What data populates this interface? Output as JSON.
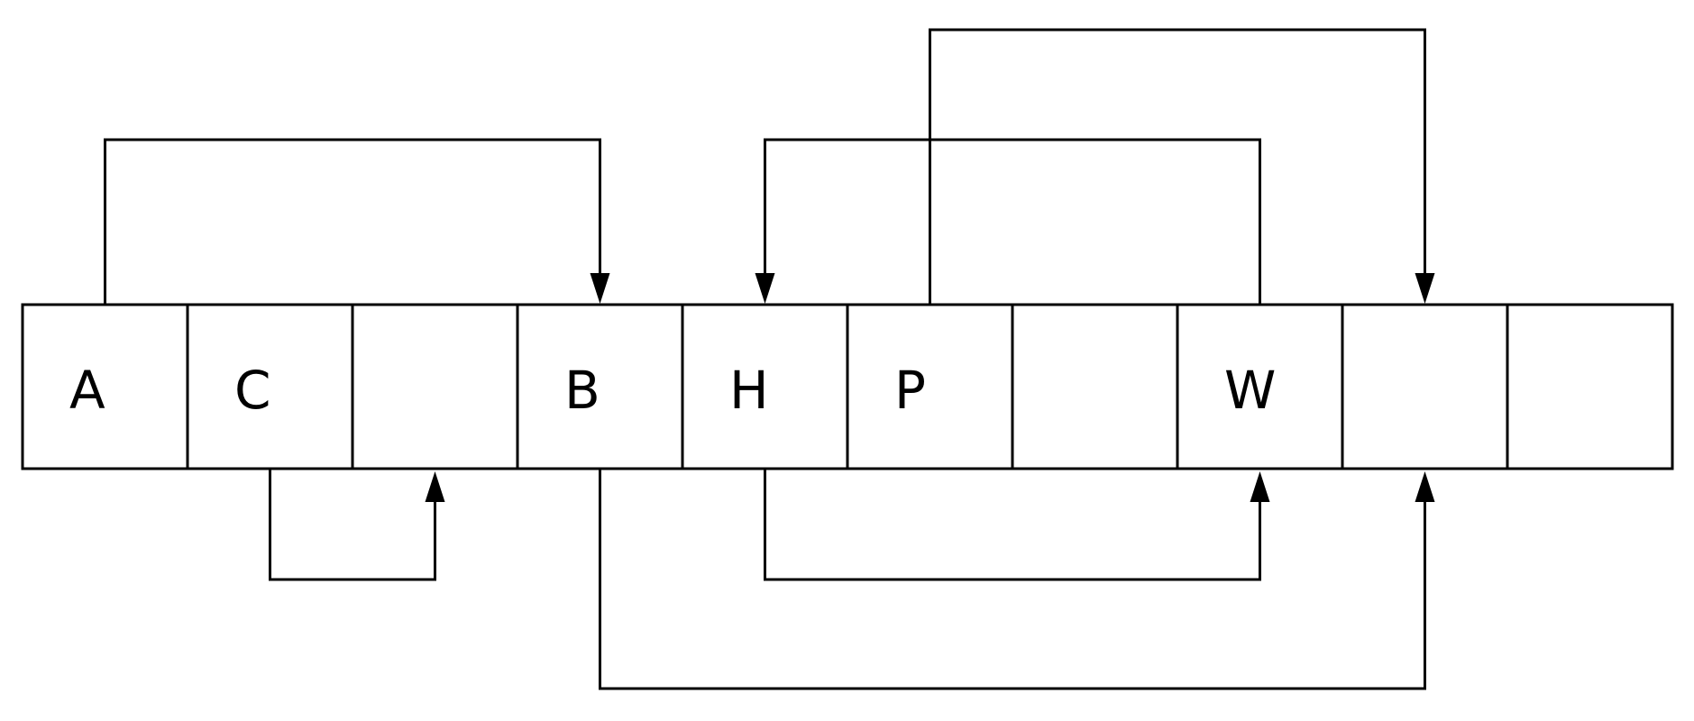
{
  "diagram": {
    "cells": [
      {
        "label": "A"
      },
      {
        "label": "C"
      },
      {
        "label": ""
      },
      {
        "label": "B"
      },
      {
        "label": "H"
      },
      {
        "label": "P"
      },
      {
        "label": ""
      },
      {
        "label": "W"
      },
      {
        "label": ""
      },
      {
        "label": ""
      }
    ],
    "links": [
      {
        "from": 0,
        "to": 3,
        "side": "top"
      },
      {
        "from": 7,
        "to": 4,
        "side": "top"
      },
      {
        "from": 5,
        "to": 8,
        "side": "top"
      },
      {
        "from": 1,
        "to": 2,
        "side": "bottom"
      },
      {
        "from": 4,
        "to": 7,
        "side": "bottom"
      },
      {
        "from": 3,
        "to": 8,
        "side": "bottom"
      }
    ]
  }
}
